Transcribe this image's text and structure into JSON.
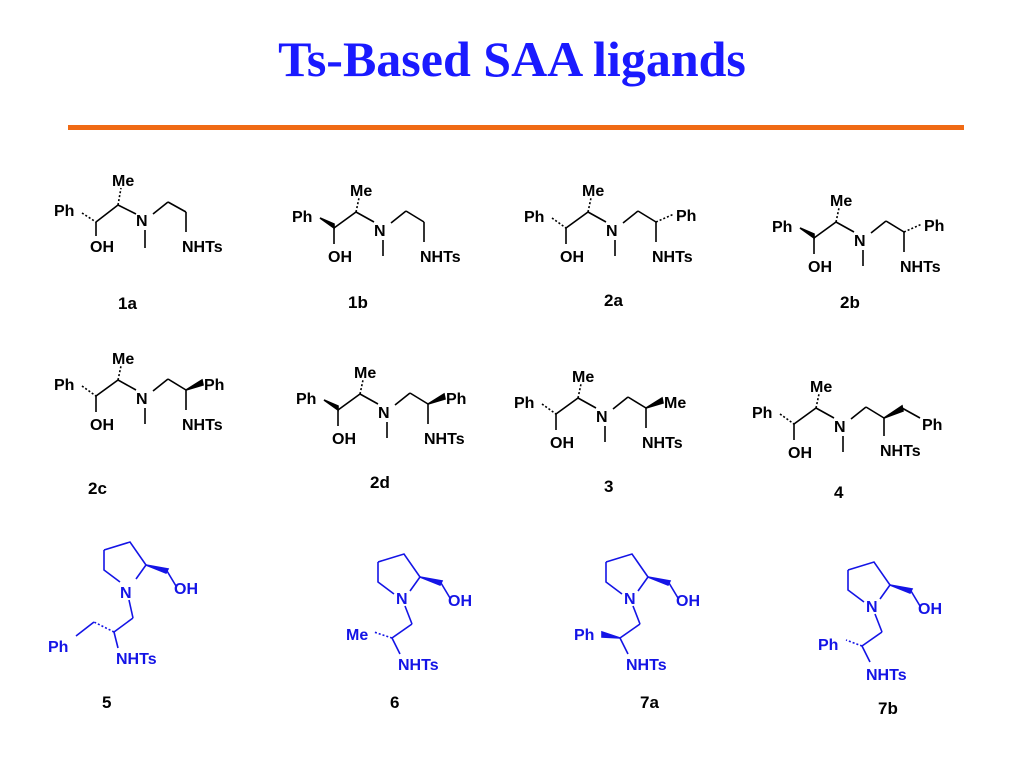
{
  "slide": {
    "title": "Ts-Based SAA ligands",
    "accent_color": "#f06a14",
    "title_color": "#1a1aff",
    "blue_structure_color": "#1414e6"
  },
  "compounds": [
    {
      "id": "1a"
    },
    {
      "id": "1b"
    },
    {
      "id": "2a"
    },
    {
      "id": "2b"
    },
    {
      "id": "2c"
    },
    {
      "id": "2d"
    },
    {
      "id": "3"
    },
    {
      "id": "4"
    },
    {
      "id": "5"
    },
    {
      "id": "6"
    },
    {
      "id": "7a"
    },
    {
      "id": "7b"
    }
  ],
  "atom_labels": {
    "ph": "Ph",
    "me": "Me",
    "oh": "OH",
    "n": "N",
    "nhts": "NHTs"
  }
}
